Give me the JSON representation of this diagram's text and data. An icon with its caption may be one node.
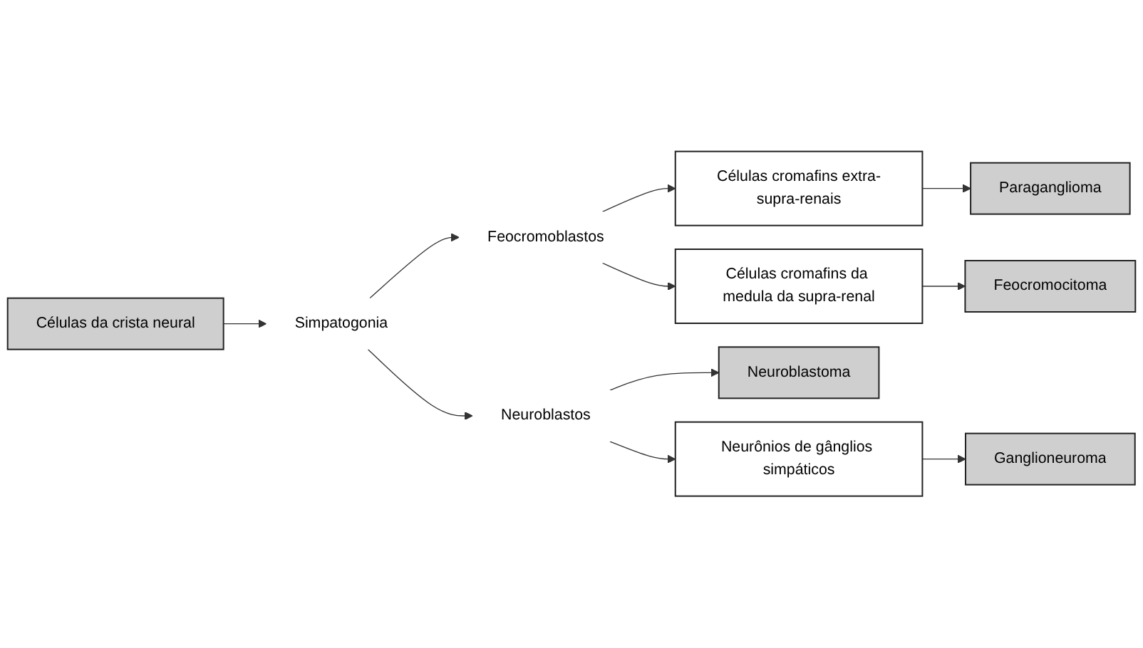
{
  "diagram": {
    "nodes": [
      {
        "text": [
          "Células da crista neural"
        ]
      },
      {
        "text": [
          "Simpatogonia"
        ]
      },
      {
        "text": [
          "Feocromoblastos"
        ]
      },
      {
        "text": [
          "Neuroblastos"
        ]
      },
      {
        "text": [
          "Células cromafins extra-supra-renais"
        ]
      },
      {
        "text": [
          "Células cromafins da medula da supra-renal"
        ]
      },
      {
        "text": [
          "Paraganglioma"
        ]
      },
      {
        "text": [
          "Feocromocitoma"
        ]
      },
      {
        "text": [
          "Neuroblastoma"
        ]
      },
      {
        "text": [
          "Neurônios de gânglios simpáticos"
        ]
      },
      {
        "text": [
          "Ganglioneuroma"
        ]
      }
    ],
    "edges": [
      {
        "from": 0,
        "to": 1,
        "arrow": "to"
      },
      {
        "from": 1,
        "to": 2,
        "arrow": "to"
      },
      {
        "from": 1,
        "to": 3,
        "arrow": "to"
      },
      {
        "from": 2,
        "to": 4,
        "arrow": "to"
      },
      {
        "from": 2,
        "to": 5,
        "arrow": "to"
      },
      {
        "from": 4,
        "to": 6,
        "arrow": "to"
      },
      {
        "from": 5,
        "to": 7,
        "arrow": "to"
      },
      {
        "from": 3,
        "to": 8,
        "arrow": "to"
      },
      {
        "from": 3,
        "to": 9,
        "arrow": "to"
      },
      {
        "from": 9,
        "to": 10,
        "arrow": "to"
      }
    ]
  }
}
